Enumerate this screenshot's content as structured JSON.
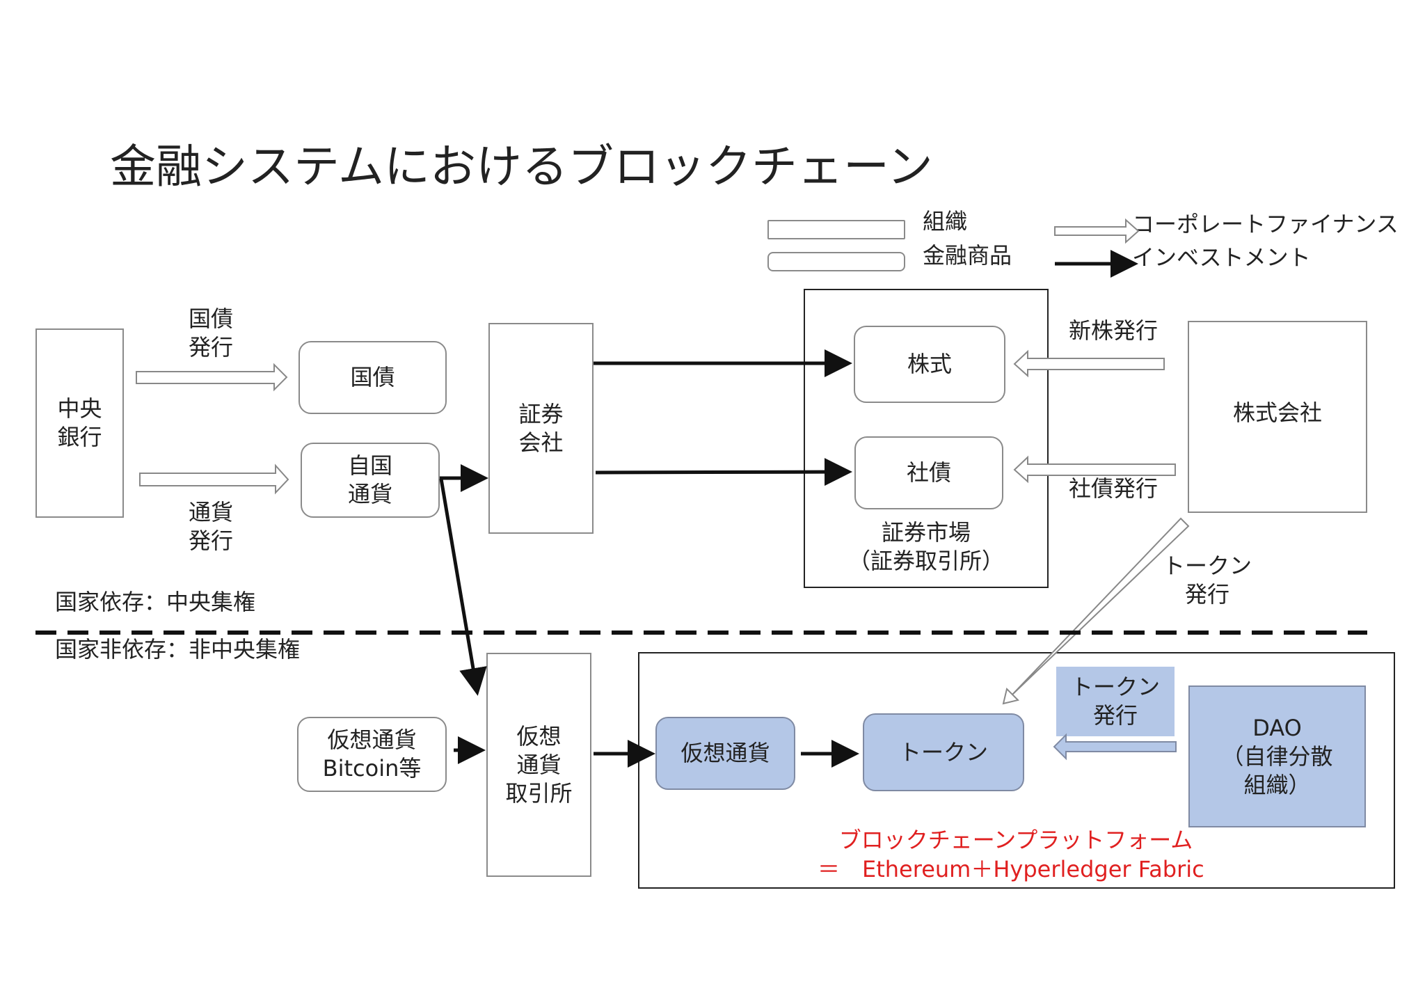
{
  "title": "金融システムにおけるブロックチェーン",
  "legend": {
    "organization": "組織",
    "financial_product": "金融商品",
    "corporate_finance": "コーポレートファイナンス",
    "investment": "インベストメント"
  },
  "nodes": {
    "central_bank": [
      "中央",
      "銀行"
    ],
    "jgb": "国債",
    "own_currency": [
      "自国",
      "通貨"
    ],
    "securities_company": [
      "証券",
      "会社"
    ],
    "stock": "株式",
    "corporate_bond": "社債",
    "securities_market": [
      "証券市場",
      "（証券取引所）"
    ],
    "joint_stock_company": "株式会社",
    "virtual_currency_bitcoin": [
      "仮想通貨",
      "Bitcoin等"
    ],
    "crypto_exchange": [
      "仮想",
      "通貨",
      "取引所"
    ],
    "virtual_currency": "仮想通貨",
    "token": "トークン",
    "dao": [
      "DAO",
      "（自律分散",
      "組織）"
    ]
  },
  "arrow_labels": {
    "jgb_issue": [
      "国債",
      "発行"
    ],
    "currency_issue": [
      "通貨",
      "発行"
    ],
    "new_share_issue": "新株発行",
    "bond_issue": "社債発行",
    "token_issue_company": [
      "トークン",
      "発行"
    ],
    "token_issue_dao": [
      "トークン",
      "発行"
    ]
  },
  "divider": {
    "above": "国家依存：中央集権",
    "below": "国家非依存：非中央集権"
  },
  "platform": {
    "line1": "ブロックチェーンプラットフォーム",
    "line2": "＝　Ethereum＋Hyperledger Fabric"
  },
  "colors": {
    "blue_fill": "#b4c7e7",
    "platform_text": "#e02020"
  }
}
